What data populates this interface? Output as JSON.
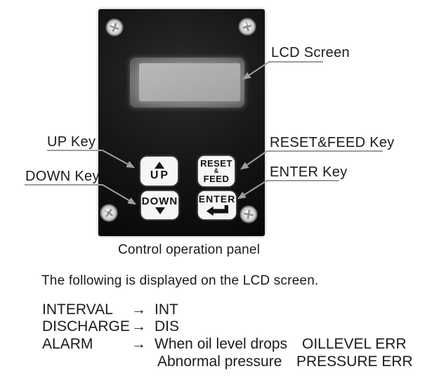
{
  "colors": {
    "panel": "#151515",
    "lcd_screen": "#aeaeae",
    "lcd_recess": "#6e6e6e",
    "key_face": "#f6f6f6",
    "leader_line": "#9e9e9e",
    "text": "#1b1b1b"
  },
  "panel_diagram": {
    "caption": "Control operation panel",
    "callouts": {
      "lcd": "LCD Screen",
      "up": "UP Key",
      "down": "DOWN Key",
      "reset_feed": "RESET&FEED Key",
      "enter": "ENTER Key"
    },
    "keys": {
      "up": {
        "label": "UP",
        "glyph": "up-triangle"
      },
      "down": {
        "label": "DOWN",
        "glyph": "down-triangle"
      },
      "reset_feed": {
        "line1": "RESET",
        "line2": "&",
        "line3": "FEED"
      },
      "enter": {
        "label": "ENTER",
        "glyph": "return-arrow"
      }
    }
  },
  "lcd_text": {
    "intro": "The following is displayed on the LCD screen.",
    "rows": [
      {
        "term": "INTERVAL",
        "arrow": "→",
        "value": "INT",
        "code": ""
      },
      {
        "term": "DISCHARGE",
        "arrow": "→",
        "value": "DIS",
        "code": ""
      },
      {
        "term": "ALARM",
        "arrow": "→",
        "value": "When oil level drops",
        "code": "OILLEVEL ERR"
      },
      {
        "term": "",
        "arrow": "",
        "value": "Abnormal pressure",
        "code": "PRESSURE ERR"
      }
    ]
  }
}
